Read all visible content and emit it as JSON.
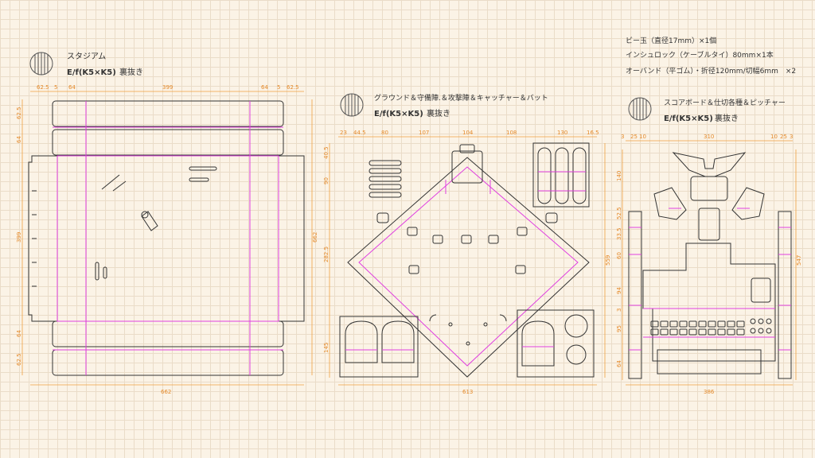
{
  "stadium": {
    "title": "スタジアム",
    "material": "E/f(K5×K5)",
    "note": "裏抜き",
    "dims_top": [
      "62.5",
      "5",
      "64",
      "399",
      "64",
      "5",
      "62.5"
    ],
    "dims_left": [
      "62.5",
      "64",
      "399",
      "64",
      "62.5"
    ],
    "dim_bottom": "662",
    "dim_right": "662"
  },
  "ground": {
    "title": "グラウンド＆守備陣.＆攻撃陣＆キャッチャー＆バット",
    "material": "E/f(K5×K5)",
    "note": "裏抜き",
    "dims_top": [
      "23",
      "44.5",
      "80",
      "107",
      "104",
      "108",
      "130",
      "16.5"
    ],
    "dims_left": [
      "40.5",
      "90",
      "282.5",
      "145"
    ],
    "dim_bottom": "613",
    "dim_right": "559"
  },
  "score": {
    "title": "スコアボード＆仕切各種＆ピッチャー",
    "material": "E/f(K5×K5)",
    "note": "裏抜き",
    "dims_top": [
      "3",
      "25",
      "10",
      "310",
      "10",
      "25",
      "3"
    ],
    "dims_left": [
      "140",
      "52.5",
      "33.5",
      "60",
      "94",
      "3",
      "95",
      "64"
    ],
    "dim_bottom": "386",
    "dim_right": "547"
  },
  "parts": [
    "ビー玉（直径17mm）×1個",
    "インシュロック（ケーブルタイ）80mm×1本",
    "オーバンド（平ゴム）・折径120mm/切幅6mm　×2"
  ]
}
